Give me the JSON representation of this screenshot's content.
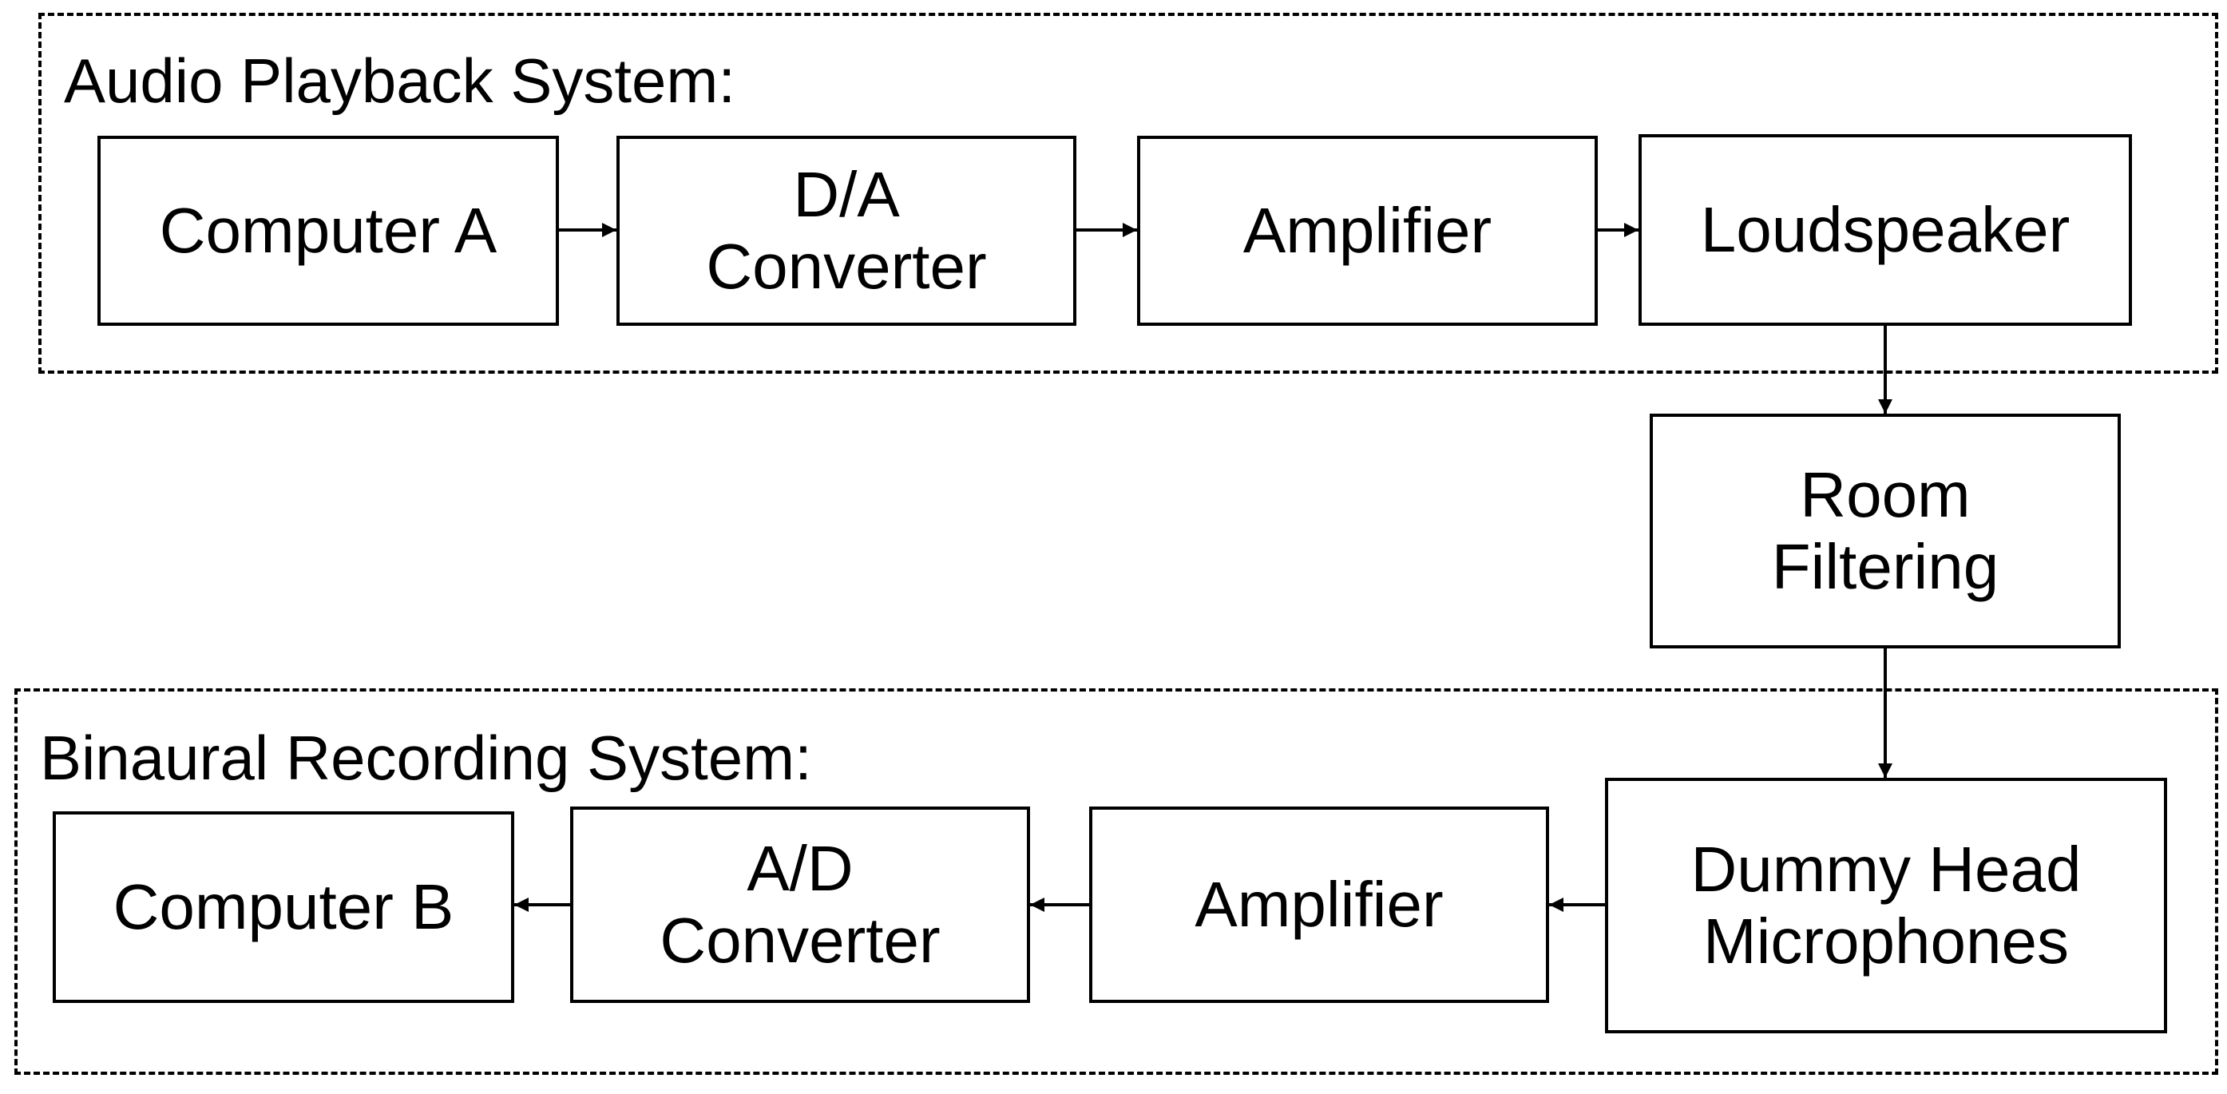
{
  "playback_system": {
    "title": "Audio Playback System:",
    "blocks": [
      {
        "lines": [
          "Computer A"
        ]
      },
      {
        "lines": [
          "D/A",
          "Converter"
        ]
      },
      {
        "lines": [
          "Amplifier"
        ]
      },
      {
        "lines": [
          "Loudspeaker"
        ]
      }
    ]
  },
  "room": {
    "lines": [
      "Room",
      "Filtering"
    ]
  },
  "recording_system": {
    "title": "Binaural Recording System:",
    "blocks": [
      {
        "lines": [
          "Computer B"
        ]
      },
      {
        "lines": [
          "A/D",
          "Converter"
        ]
      },
      {
        "lines": [
          "Amplifier"
        ]
      },
      {
        "lines": [
          "Dummy Head",
          "Microphones"
        ]
      }
    ]
  }
}
